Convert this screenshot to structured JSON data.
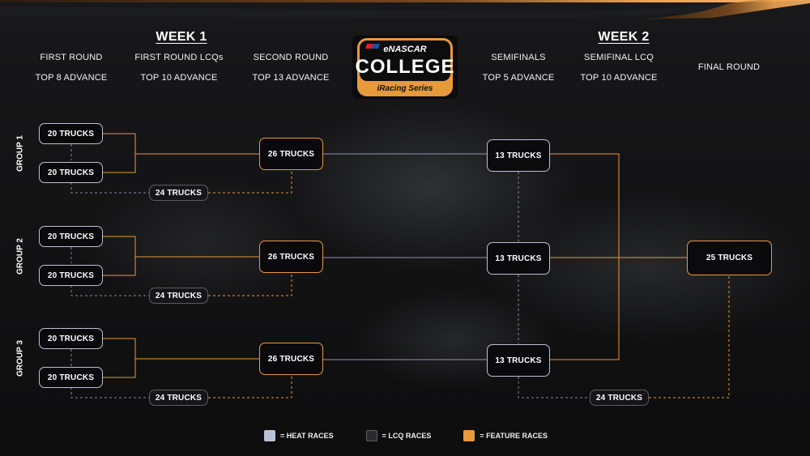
{
  "week1": "WEEK 1",
  "week2": "WEEK 2",
  "columns": [
    {
      "title": "FIRST ROUND",
      "subtitle": "TOP 8 ADVANCE"
    },
    {
      "title": "FIRST ROUND LCQs",
      "subtitle": "TOP 10 ADVANCE"
    },
    {
      "title": "SECOND ROUND",
      "subtitle": "TOP 13 ADVANCE"
    },
    {
      "title": "SEMIFINALS",
      "subtitle": "TOP 5 ADVANCE"
    },
    {
      "title": "SEMIFINAL LCQ",
      "subtitle": "TOP 10 ADVANCE"
    },
    {
      "title": "FINAL ROUND",
      "subtitle": ""
    }
  ],
  "logo": {
    "top": "eNASCAR",
    "main": "COLLEGE",
    "sub": "iRacing Series"
  },
  "groups": [
    {
      "label": "GROUP 1",
      "heat_a": "20 TRUCKS",
      "heat_b": "20 TRUCKS",
      "lcq": "24 TRUCKS",
      "feature": "26 TRUCKS",
      "semi": "13 TRUCKS"
    },
    {
      "label": "GROUP 2",
      "heat_a": "20 TRUCKS",
      "heat_b": "20 TRUCKS",
      "lcq": "24 TRUCKS",
      "feature": "26 TRUCKS",
      "semi": "13 TRUCKS"
    },
    {
      "label": "GROUP 3",
      "heat_a": "20 TRUCKS",
      "heat_b": "20 TRUCKS",
      "lcq": "24 TRUCKS",
      "feature": "26 TRUCKS",
      "semi": "13 TRUCKS"
    }
  ],
  "semifinal_lcq": "24 TRUCKS",
  "final": "25 TRUCKS",
  "legend": [
    {
      "label": "= HEAT RACES",
      "color": "#b9c2d6"
    },
    {
      "label": "= LCQ RACES",
      "color": "#2a2b2f"
    },
    {
      "label": "= FEATURE RACES",
      "color": "#e69a3c"
    }
  ],
  "colors": {
    "accent": "#e69a3c",
    "heat": "#b9c2d6",
    "lcq": "#5a5d64",
    "link": "#7f8aa3"
  }
}
